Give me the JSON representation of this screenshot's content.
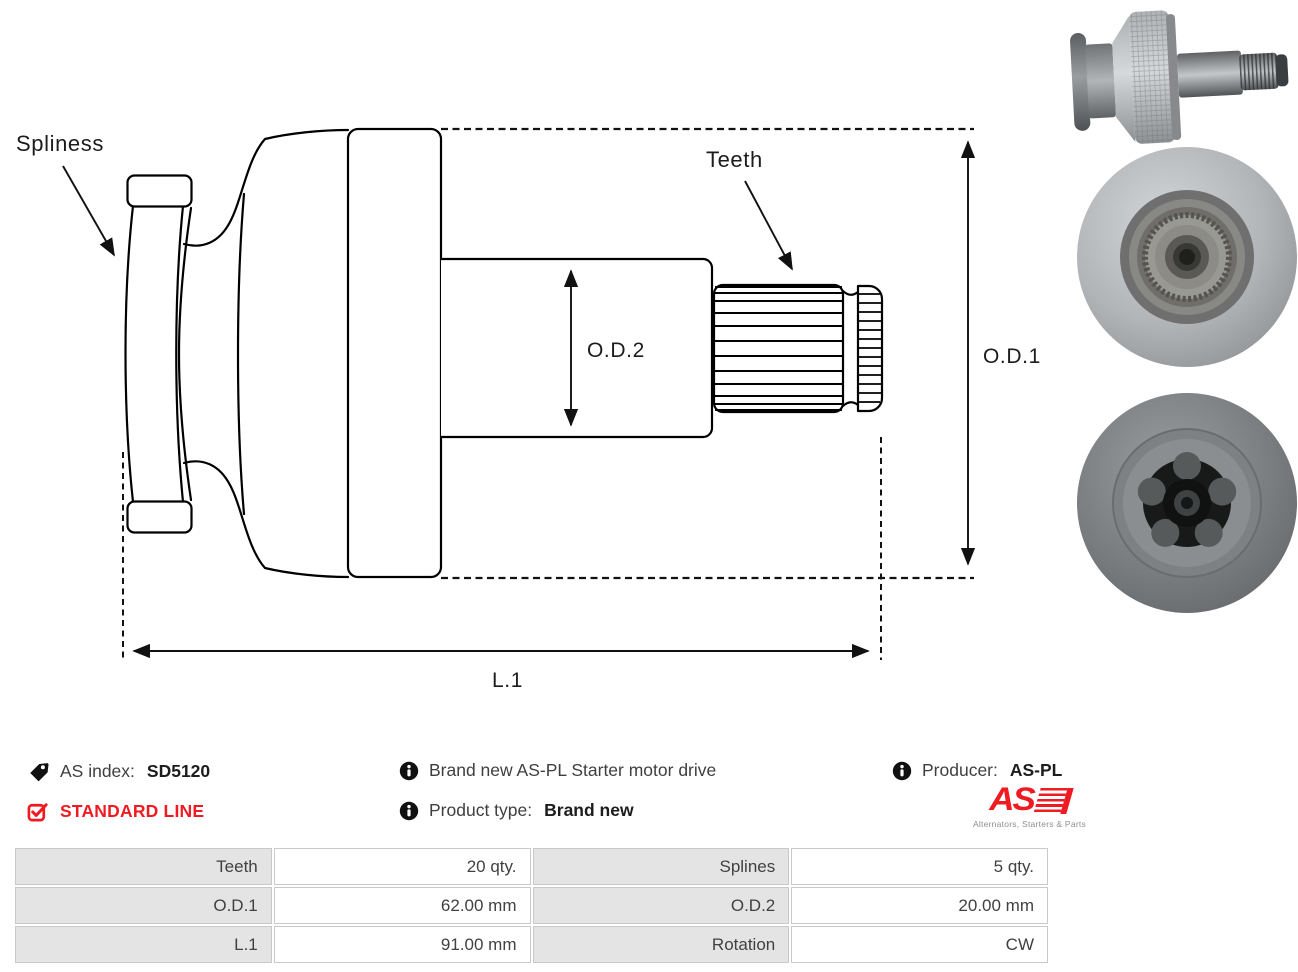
{
  "drawing": {
    "labels": {
      "splines": "Spliness",
      "teeth": "Teeth",
      "od2": "O.D.2",
      "od1": "O.D.1",
      "l1": "L.1"
    },
    "line_color": "#000000"
  },
  "photos": {
    "side_view": "starter-drive-side-photo",
    "front_view": "starter-drive-front-photo",
    "rear_view": "starter-drive-rear-spline-photo"
  },
  "info": {
    "as_index": {
      "label": "AS index:",
      "value": "SD5120"
    },
    "standard_line": "STANDARD LINE",
    "description": "Brand new AS-PL Starter motor drive",
    "product_type": {
      "label": "Product type:",
      "value": "Brand new"
    },
    "producer": {
      "label": "Producer:",
      "value": "AS-PL"
    },
    "logo": {
      "text": "AS",
      "tagline": "Alternators, Starters & Parts"
    }
  },
  "icons": {
    "as_index": "tag-icon",
    "standard_line": "checkbox-checked-icon",
    "description": "info-icon",
    "product_type": "info-icon",
    "producer": "info-icon"
  },
  "colors": {
    "accent_red": "#ee1c22",
    "table_label_bg": "#e4e4e4",
    "table_border": "#c9c9c9",
    "drawing_line": "#000000",
    "text": "#3f3f3f"
  },
  "specs": {
    "rows": [
      [
        {
          "label": "Teeth",
          "value": "20 qty."
        },
        {
          "label": "Splines",
          "value": "5 qty."
        }
      ],
      [
        {
          "label": "O.D.1",
          "value": "62.00 mm"
        },
        {
          "label": "O.D.2",
          "value": "20.00 mm"
        }
      ],
      [
        {
          "label": "L.1",
          "value": "91.00 mm"
        },
        {
          "label": "Rotation",
          "value": "CW"
        }
      ]
    ]
  }
}
